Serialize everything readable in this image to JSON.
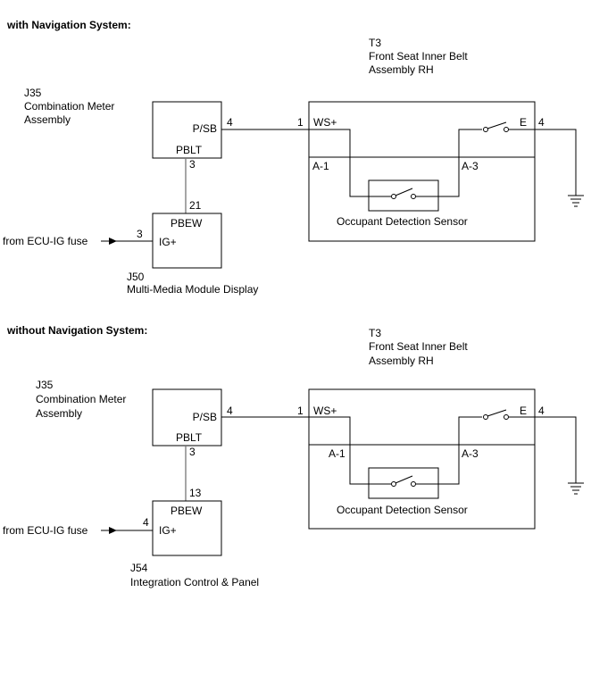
{
  "section1": {
    "heading": "with Navigation System:",
    "meter": {
      "code": "J35",
      "name_line1": "Combination Meter",
      "name_line2": "Assembly",
      "pin_psb": "P/SB",
      "pin_psb_no": "4",
      "pin_pblt": "PBLT",
      "pin_pblt_no": "3"
    },
    "unit": {
      "code": "J50",
      "name": "Multi-Media Module Display",
      "pin_pbew": "PBEW",
      "pin_pbew_no": "21",
      "pin_ig": "IG+",
      "pin_ig_no": "3"
    },
    "fuse_label": "from ECU-IG fuse",
    "belt": {
      "code": "T3",
      "name_line1": "Front Seat Inner Belt",
      "name_line2": "Assembly RH",
      "pin_ws": "WS+",
      "pin_ws_no": "1",
      "pin_e": "E",
      "pin_e_no": "4",
      "terminal_a1": "A-1",
      "terminal_a3": "A-3",
      "sensor": "Occupant Detection Sensor"
    }
  },
  "section2": {
    "heading": "without Navigation System:",
    "meter": {
      "code": "J35",
      "name_line1": "Combination Meter",
      "name_line2": "Assembly",
      "pin_psb": "P/SB",
      "pin_psb_no": "4",
      "pin_pblt": "PBLT",
      "pin_pblt_no": "3"
    },
    "unit": {
      "code": "J54",
      "name": "Integration Control & Panel",
      "pin_pbew": "PBEW",
      "pin_pbew_no": "13",
      "pin_ig": "IG+",
      "pin_ig_no": "4"
    },
    "fuse_label": "from ECU-IG fuse",
    "belt": {
      "code": "T3",
      "name_line1": "Front Seat Inner Belt",
      "name_line2": "Assembly RH",
      "pin_ws": "WS+",
      "pin_ws_no": "1",
      "pin_e": "E",
      "pin_e_no": "4",
      "terminal_a1": "A-1",
      "terminal_a3": "A-3",
      "sensor": "Occupant Detection Sensor"
    }
  }
}
